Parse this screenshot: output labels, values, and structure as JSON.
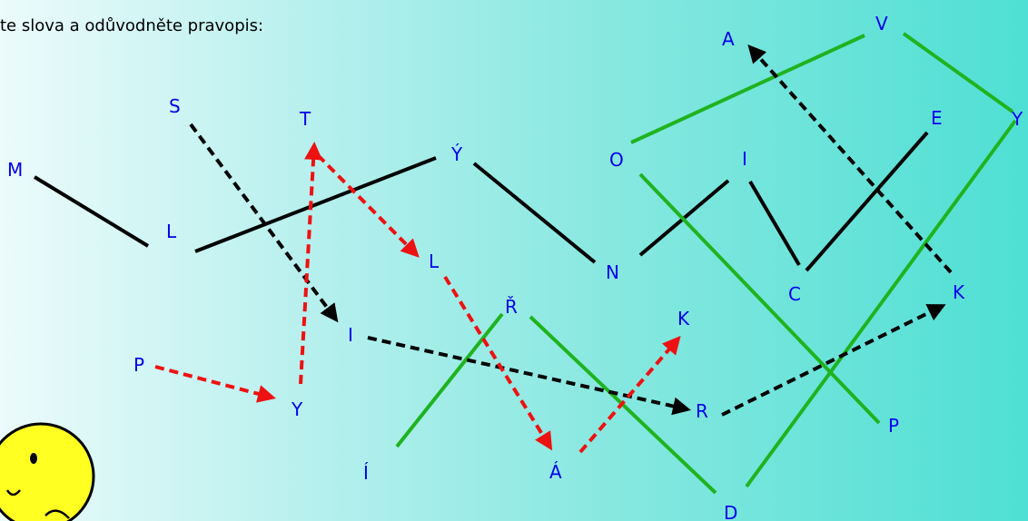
{
  "instruction": "te slova a odůvodněte pravopis:",
  "letters": {
    "M": "M",
    "L1": "L",
    "S": "S",
    "T": "T",
    "Y_acute": "Ý",
    "N": "N",
    "O": "O",
    "A": "A",
    "V": "V",
    "Y_right": "Y",
    "E": "E",
    "I_top": "I",
    "C": "C",
    "K_right": "K",
    "L2": "L",
    "R_caron": "Ř",
    "K_mid": "K",
    "I_mid": "I",
    "P_left": "P",
    "Y_bottom": "Y",
    "R": "R",
    "P_right": "P",
    "I_acute": "Í",
    "A_acute": "Á",
    "D": "D"
  },
  "colors": {
    "black_line": "#000000",
    "green_line": "#1fb31f",
    "red_dashed": "#ee1111",
    "black_dashed": "#000000",
    "letter_blue": "#0000ee",
    "smiley_fill": "#ffff22"
  }
}
